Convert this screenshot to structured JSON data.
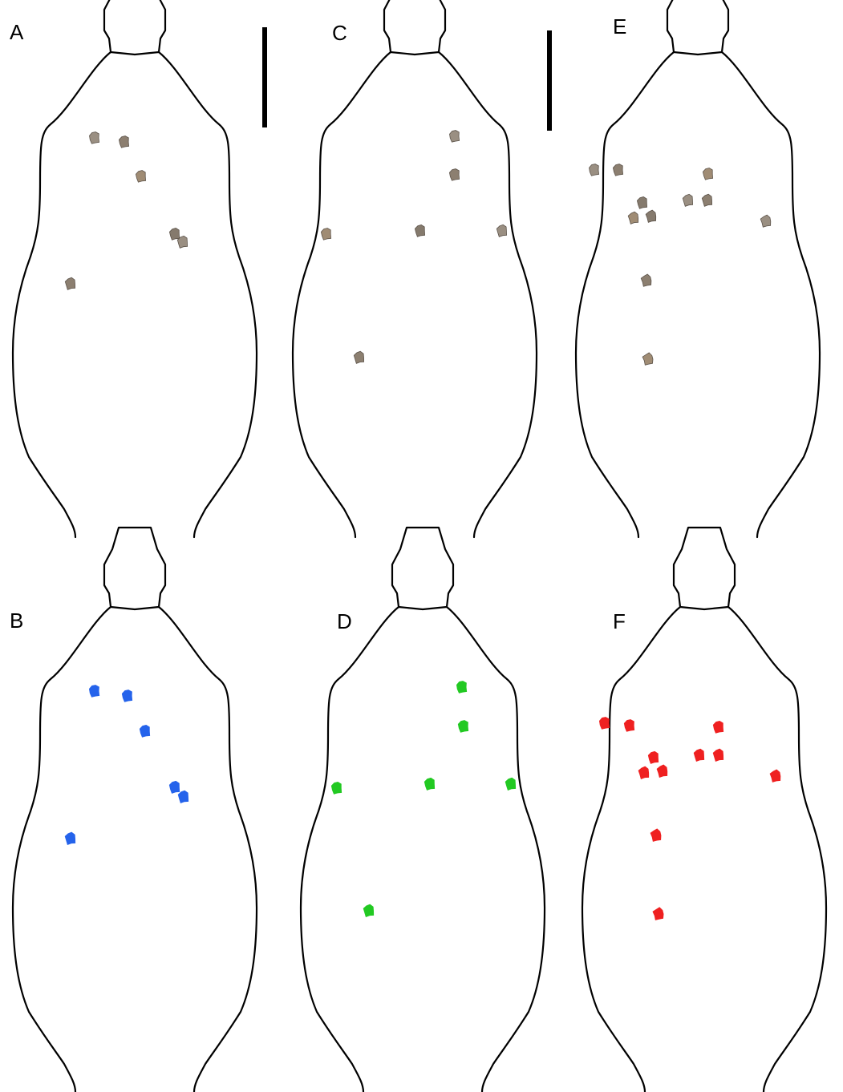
{
  "panels": [
    {
      "id": "A",
      "label": "A",
      "kind": "specimen",
      "fragments": [
        [
          118,
          172
        ],
        [
          155,
          177
        ],
        [
          176,
          220
        ],
        [
          218,
          292
        ],
        [
          228,
          302
        ],
        [
          88,
          354
        ]
      ]
    },
    {
      "id": "C",
      "label": "C",
      "kind": "specimen",
      "fragments": [
        [
          567,
          170
        ],
        [
          567,
          218
        ],
        [
          407,
          292
        ],
        [
          524,
          288
        ],
        [
          626,
          288
        ],
        [
          448,
          446
        ]
      ]
    },
    {
      "id": "E",
      "label": "E",
      "kind": "specimen",
      "fragments": [
        [
          741,
          212
        ],
        [
          771,
          212
        ],
        [
          883,
          217
        ],
        [
          801,
          253
        ],
        [
          858,
          250
        ],
        [
          882,
          250
        ],
        [
          790,
          272
        ],
        [
          812,
          270
        ],
        [
          955,
          276
        ],
        [
          806,
          350
        ],
        [
          808,
          448
        ]
      ]
    },
    {
      "id": "B",
      "label": "B",
      "kind": "map",
      "color": "#2563eb",
      "fragments": [
        [
          118,
          862
        ],
        [
          159,
          868
        ],
        [
          181,
          912
        ],
        [
          218,
          982
        ],
        [
          229,
          994
        ],
        [
          88,
          1046
        ]
      ]
    },
    {
      "id": "D",
      "label": "D",
      "kind": "map",
      "color": "#22c922",
      "fragments": [
        [
          576,
          857
        ],
        [
          578,
          906
        ],
        [
          420,
          983
        ],
        [
          536,
          978
        ],
        [
          637,
          978
        ],
        [
          460,
          1136
        ]
      ]
    },
    {
      "id": "F",
      "label": "F",
      "kind": "map",
      "color": "#ef2020",
      "fragments": [
        [
          754,
          902
        ],
        [
          785,
          905
        ],
        [
          896,
          907
        ],
        [
          815,
          945
        ],
        [
          872,
          942
        ],
        [
          896,
          942
        ],
        [
          803,
          964
        ],
        [
          826,
          962
        ],
        [
          967,
          968
        ],
        [
          818,
          1042
        ],
        [
          821,
          1140
        ]
      ]
    }
  ],
  "scale_bars": [
    {
      "id": "scale-bar-1"
    },
    {
      "id": "scale-bar-2"
    }
  ]
}
